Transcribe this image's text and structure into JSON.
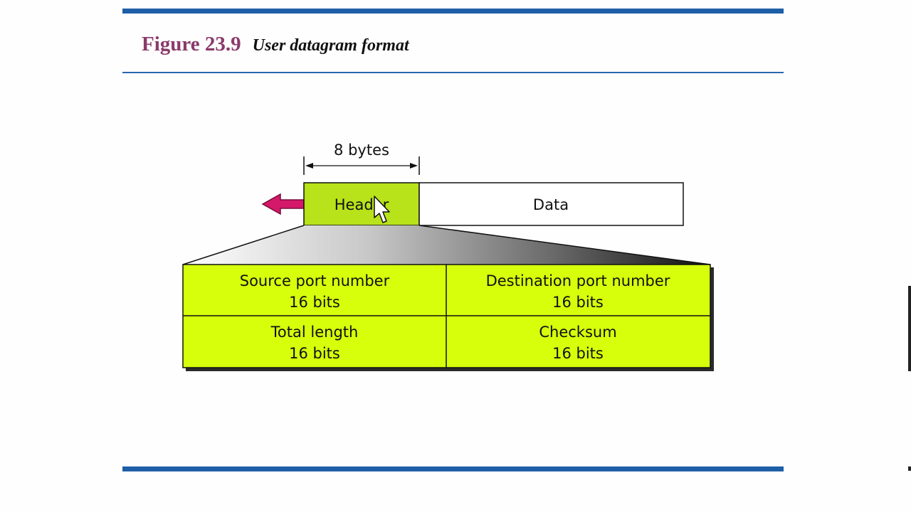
{
  "figure": {
    "number": "Figure 23.9",
    "caption": "User datagram format"
  },
  "diagram": {
    "size_label": "8 bytes",
    "header_label": "Header",
    "data_label": "Data",
    "fields": [
      {
        "name": "Source port number",
        "size": "16 bits"
      },
      {
        "name": "Destination port number",
        "size": "16 bits"
      },
      {
        "name": "Total length",
        "size": "16 bits"
      },
      {
        "name": "Checksum",
        "size": "16 bits"
      }
    ]
  },
  "colors": {
    "accent_blue": "#1f5fa8",
    "title_magenta": "#8a3a6a",
    "header_green": "#b8e21a",
    "field_yellow": "#d7ff0c",
    "arrow_pink": "#d4186a"
  }
}
